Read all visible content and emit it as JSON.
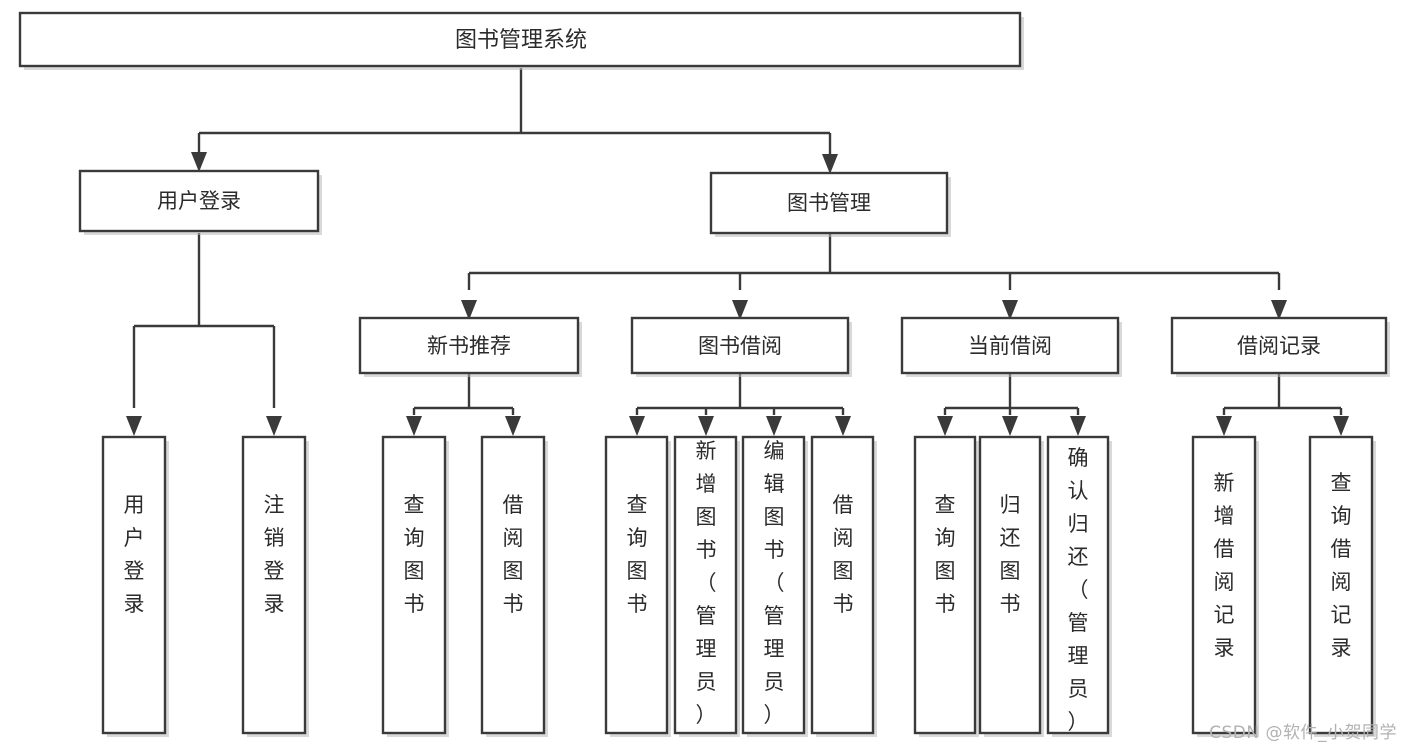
{
  "diagram": {
    "title": "图书管理系统",
    "type": "hierarchy-tree",
    "watermark": "CSDN @软件_小贺同学",
    "colors": {
      "stroke": "#3a3a3a",
      "fill": "#ffffff",
      "text": "#2b2b2b",
      "watermark": "#b2b2b2"
    },
    "root": {
      "label": "图书管理系统"
    },
    "level2": [
      {
        "id": "user-login",
        "label": "用户登录"
      },
      {
        "id": "book-management",
        "label": "图书管理"
      }
    ],
    "level3": [
      {
        "id": "new-book-recommend",
        "label": "新书推荐",
        "parent": "book-management"
      },
      {
        "id": "book-borrow",
        "label": "图书借阅",
        "parent": "book-management"
      },
      {
        "id": "current-borrow",
        "label": "当前借阅",
        "parent": "book-management"
      },
      {
        "id": "borrow-record",
        "label": "借阅记录",
        "parent": "book-management"
      }
    ],
    "leaves": {
      "user-login": [
        {
          "id": "leaf-user-login",
          "label": "用户登录"
        },
        {
          "id": "leaf-user-logout",
          "label": "注销登录"
        }
      ],
      "new-book-recommend": [
        {
          "id": "leaf-query-book-1",
          "label": "查询图书"
        },
        {
          "id": "leaf-borrow-book-1",
          "label": "借阅图书"
        }
      ],
      "book-borrow": [
        {
          "id": "leaf-query-book-2",
          "label": "查询图书"
        },
        {
          "id": "leaf-add-book",
          "label": "新增图书（管理员）"
        },
        {
          "id": "leaf-edit-book",
          "label": "编辑图书（管理员）"
        },
        {
          "id": "leaf-borrow-book-2",
          "label": "借阅图书"
        }
      ],
      "current-borrow": [
        {
          "id": "leaf-query-book-3",
          "label": "查询图书"
        },
        {
          "id": "leaf-return-book",
          "label": "归还图书"
        },
        {
          "id": "leaf-confirm-return",
          "label": "确认归还（管理员）"
        }
      ],
      "borrow-record": [
        {
          "id": "leaf-add-record",
          "label": "新增借阅记录"
        },
        {
          "id": "leaf-query-record",
          "label": "查询借阅记录"
        }
      ]
    }
  }
}
